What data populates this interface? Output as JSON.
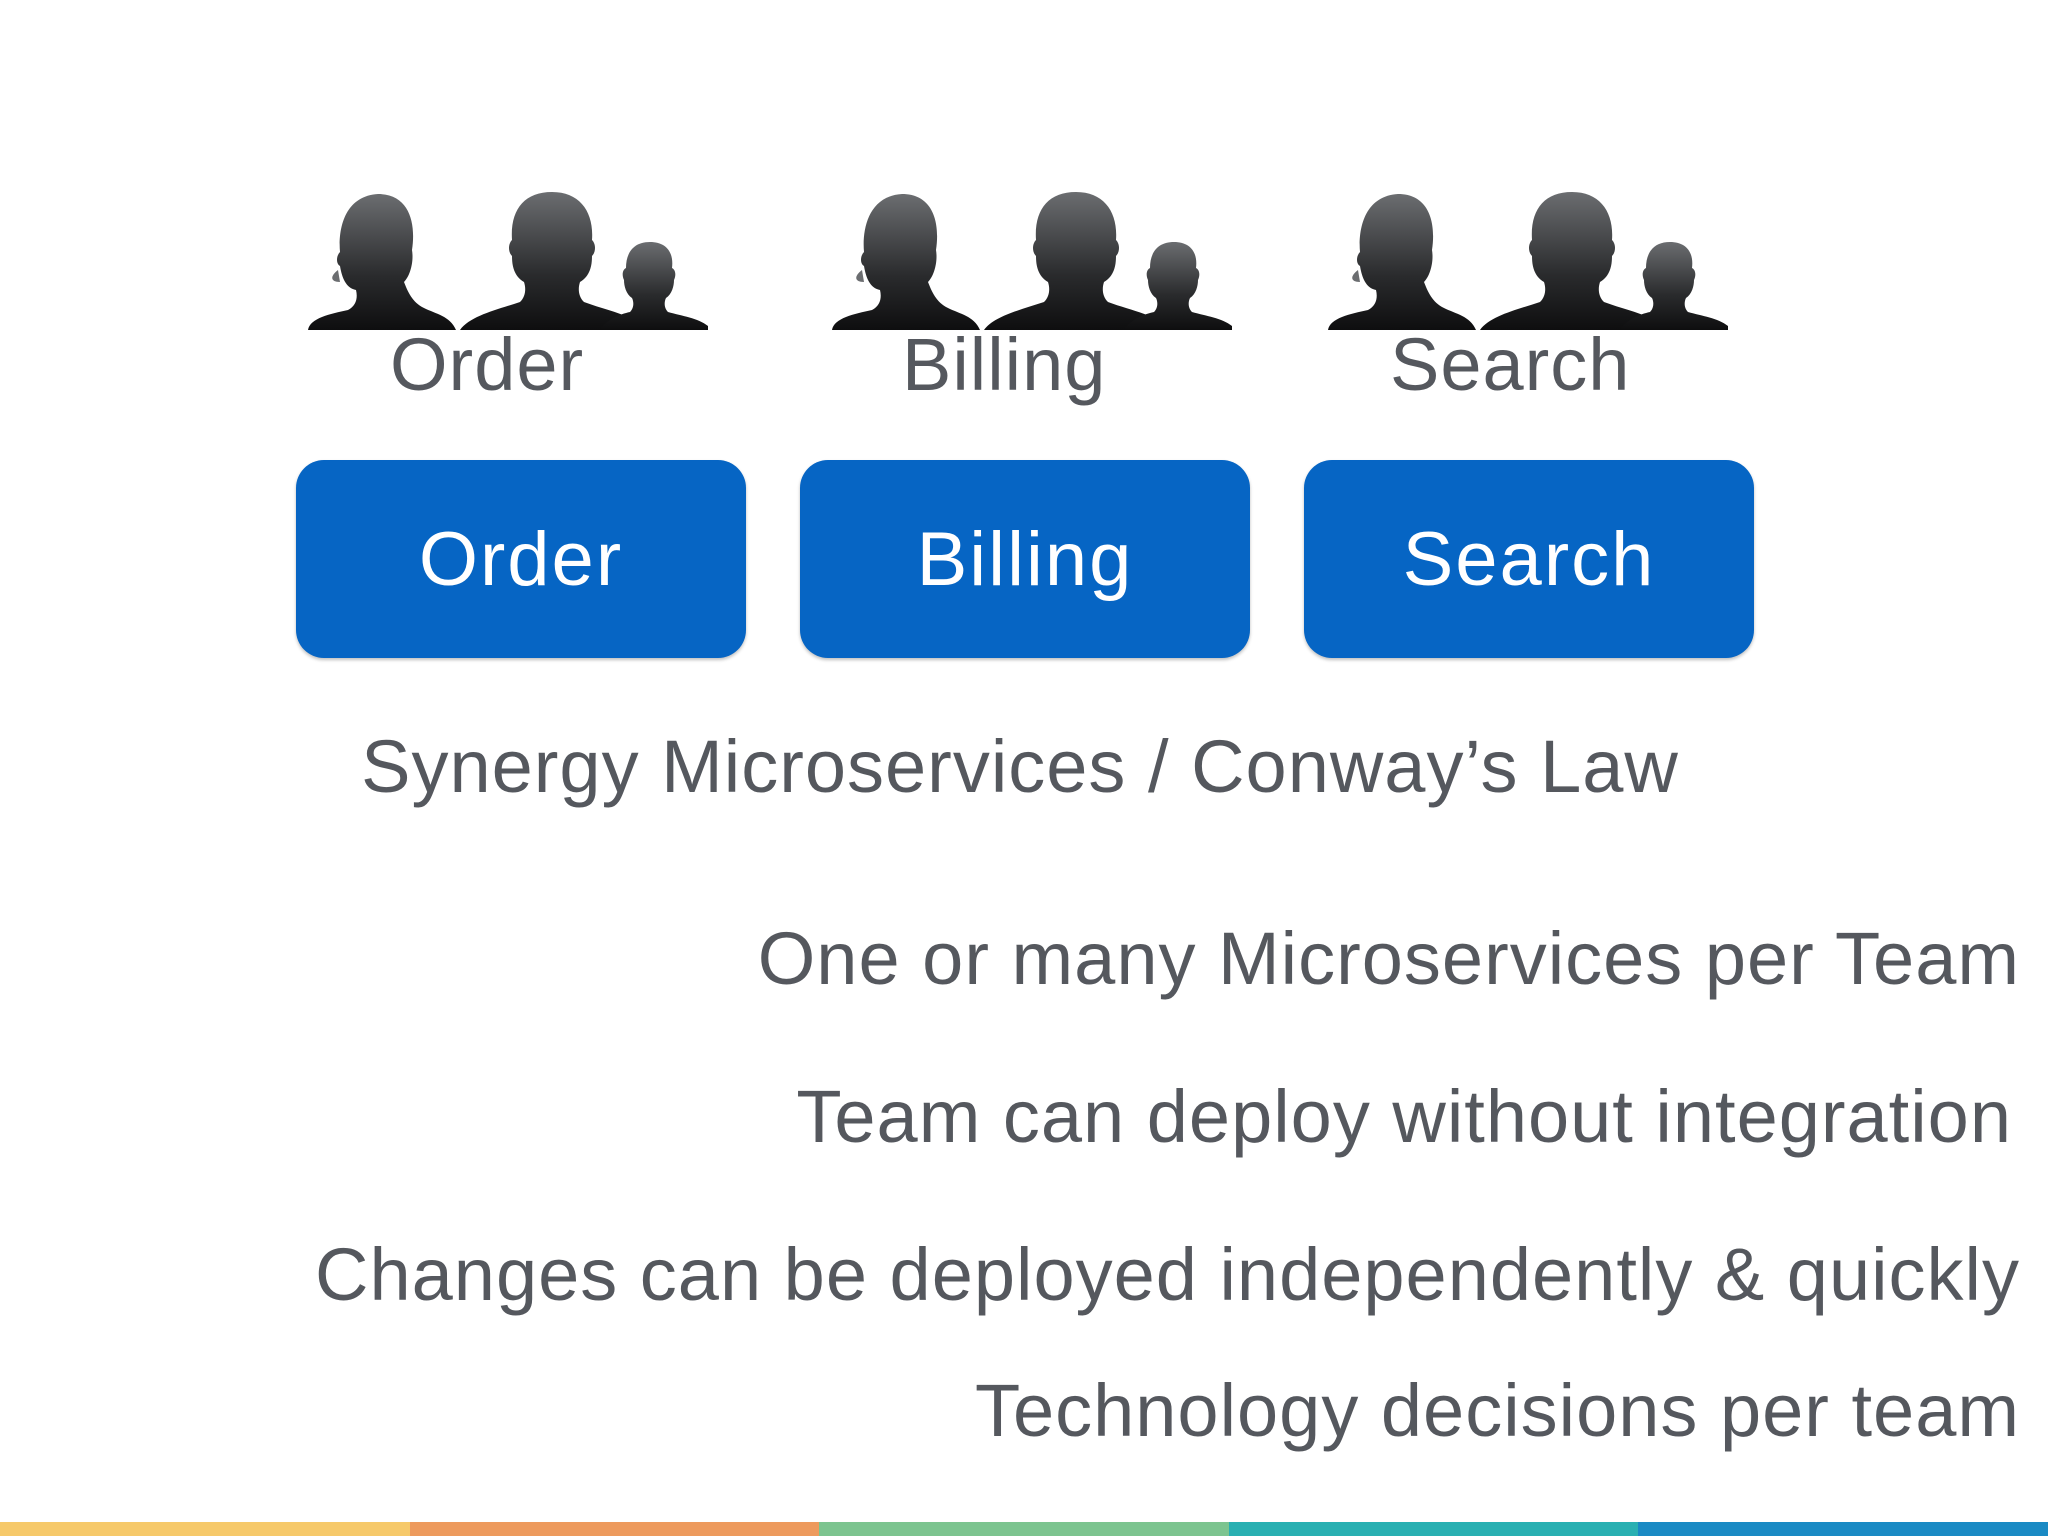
{
  "teams": [
    {
      "label": "Order"
    },
    {
      "label": "Billing"
    },
    {
      "label": "Search"
    }
  ],
  "services": [
    {
      "label": "Order"
    },
    {
      "label": "Billing"
    },
    {
      "label": "Search"
    }
  ],
  "subtitle": "Synergy Microservices / Conway’s Law",
  "bullets": [
    "One or many Microservices per Team",
    "Team can deploy without integration",
    "Changes can be deployed independently & quickly",
    "Technology decisions per team"
  ],
  "colors": {
    "service_box": "#0665c4",
    "text": "#55585e",
    "stripe": [
      "#f6c96a",
      "#ed9a5d",
      "#7cc48f",
      "#29b0b2",
      "#1a8ac4"
    ]
  },
  "icons": [
    "people-group-icon"
  ]
}
